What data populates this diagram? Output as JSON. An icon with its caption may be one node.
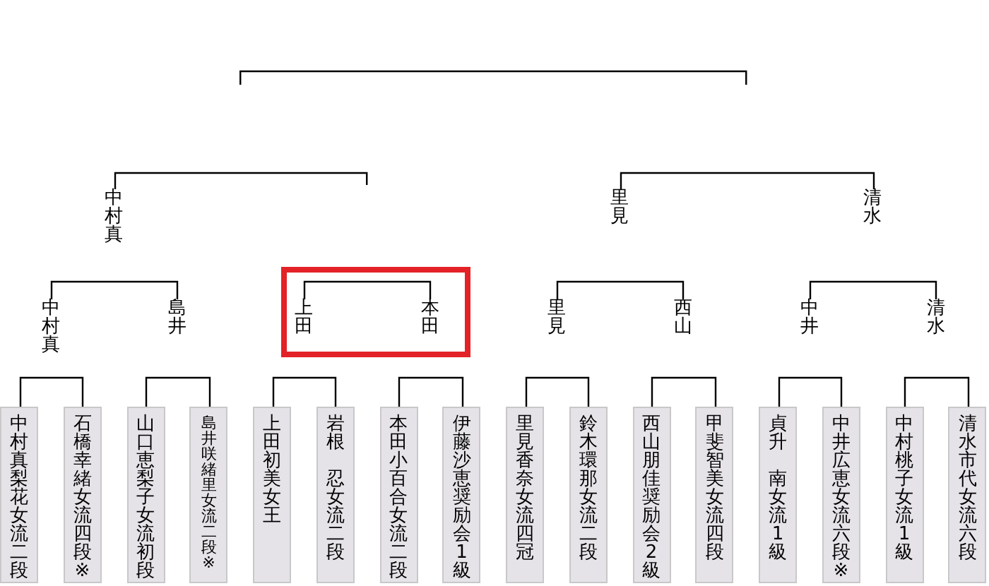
{
  "diagram": {
    "nodes": [
      {
        "text": [
          "中村真"
        ]
      },
      {
        "text": [
          "里見"
        ]
      },
      {
        "text": [
          "清水"
        ]
      },
      {
        "text": [
          "中村真"
        ]
      },
      {
        "text": [
          "島井"
        ]
      },
      {
        "text": [],
        "shape": "box"
      },
      {
        "text": [
          "上田"
        ],
        "in": 5
      },
      {
        "text": [
          "本田"
        ],
        "in": 5
      },
      {
        "text": [
          "里見"
        ]
      },
      {
        "text": [
          "西山"
        ]
      },
      {
        "text": [
          "中井"
        ]
      },
      {
        "text": [
          "清水"
        ]
      },
      {
        "text": [
          "中村真梨花女流二段"
        ]
      },
      {
        "text": [
          "石橋幸緒女流四段※"
        ]
      },
      {
        "text": [
          "山口恵梨子女流初段"
        ]
      },
      {
        "text": [
          "島井咲緒里女流二段※"
        ]
      },
      {
        "text": [
          "上田初美女王"
        ]
      },
      {
        "text": [
          "岩根",
          "忍女流二段"
        ]
      },
      {
        "text": [
          "本田小百合女流二段"
        ]
      },
      {
        "text": [
          "伊藤沙恵奨励会1級"
        ]
      },
      {
        "text": [
          "里見香奈女流四冠"
        ]
      },
      {
        "text": [
          "鈴木環那女流二段"
        ]
      },
      {
        "text": [
          "西山朋佳奨励会2級"
        ]
      },
      {
        "text": [
          "甲斐智美女流四段"
        ]
      },
      {
        "text": [
          "貞升",
          "南女流1級"
        ]
      },
      {
        "text": [
          "中井広恵女流六段※"
        ]
      },
      {
        "text": [
          "中村桃子女流1級"
        ]
      },
      {
        "text": [
          "清水市代女流六段"
        ]
      }
    ],
    "edges": [
      {
        "from": 0,
        "to": null,
        "arrow": "none"
      },
      {
        "from": 1,
        "to": 2,
        "arrow": "none"
      },
      {
        "from": 3,
        "to": 4,
        "arrow": "none"
      },
      {
        "from": 6,
        "to": 7,
        "arrow": "none"
      },
      {
        "from": 8,
        "to": 9,
        "arrow": "none"
      },
      {
        "from": 10,
        "to": 11,
        "arrow": "none"
      },
      {
        "from": 12,
        "to": 13,
        "arrow": "none"
      },
      {
        "from": 14,
        "to": 15,
        "arrow": "none"
      },
      {
        "from": 16,
        "to": 17,
        "arrow": "none"
      },
      {
        "from": 18,
        "to": 19,
        "arrow": "none"
      },
      {
        "from": 20,
        "to": 21,
        "arrow": "none"
      },
      {
        "from": 22,
        "to": 23,
        "arrow": "none"
      },
      {
        "from": 24,
        "to": 25,
        "arrow": "none"
      },
      {
        "from": 26,
        "to": 27,
        "arrow": "none"
      }
    ]
  }
}
